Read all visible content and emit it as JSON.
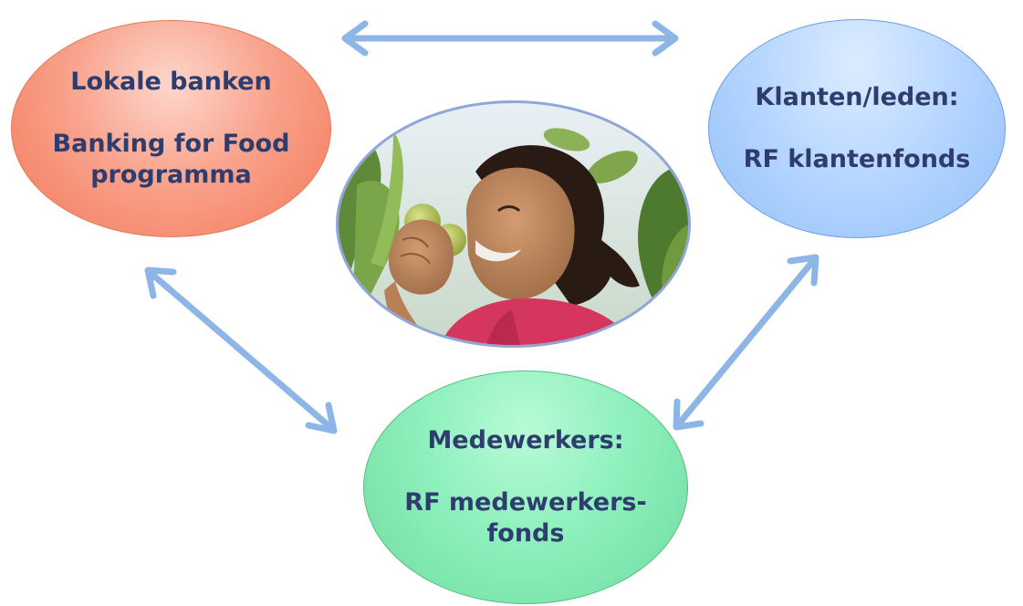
{
  "nodes": {
    "banks": {
      "line1": "Lokale banken",
      "line2": "Banking for Food",
      "line3": "programma"
    },
    "clients": {
      "line1": "Klanten/leden:",
      "line2": "RF klantenfonds"
    },
    "staff": {
      "line1": "Medewerkers:",
      "line2": "RF medewerkers-",
      "line3": "fonds"
    }
  },
  "photo": {
    "subject": "woman-eating-fruit-photo"
  },
  "colors": {
    "text": "#2e3d6e",
    "arrow": "#8db5e6",
    "banks_fill": "#f9a28c",
    "clients_fill": "#b5d5ff",
    "staff_fill": "#8ef0bd"
  },
  "connections": [
    {
      "from": "banks",
      "to": "clients",
      "style": "double-arrow"
    },
    {
      "from": "banks",
      "to": "staff",
      "style": "double-arrow"
    },
    {
      "from": "clients",
      "to": "staff",
      "style": "double-arrow"
    }
  ]
}
